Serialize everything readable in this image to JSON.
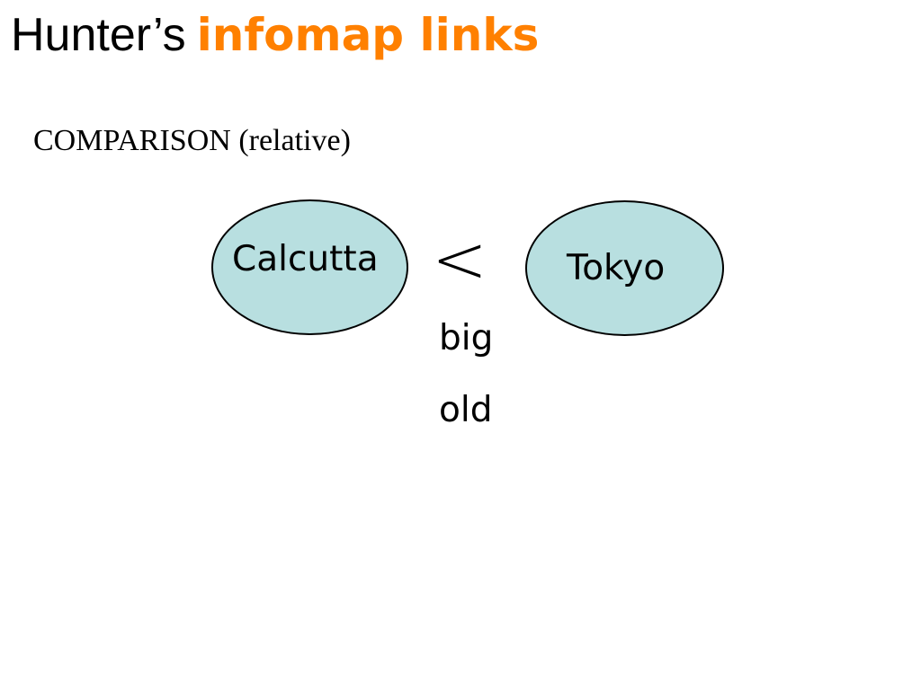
{
  "slide": {
    "title_plain": "Hunter’s",
    "title_accent": "infomap links",
    "subtitle": "COMPARISON (relative)"
  },
  "diagram": {
    "left_node": "Calcutta",
    "right_node": "Tokyo",
    "relation_symbol": "<",
    "attributes": [
      "big",
      "old"
    ]
  },
  "colors": {
    "accent": "#ff8000",
    "node_fill": "#b8dfe0",
    "outline": "#000000"
  }
}
